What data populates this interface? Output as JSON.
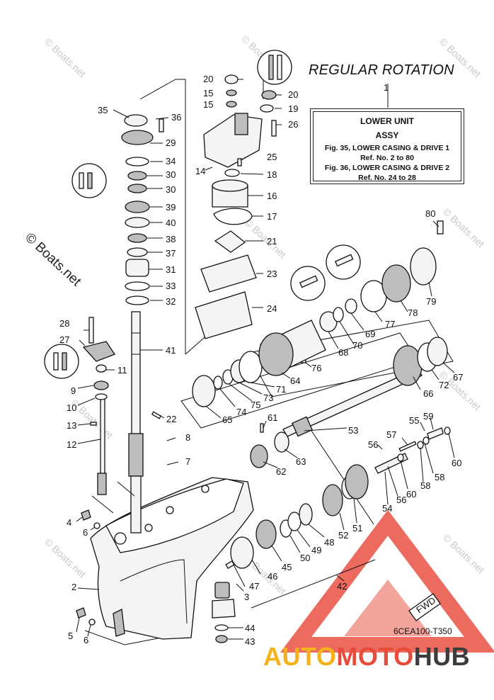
{
  "header": {
    "rotation_title": "REGULAR ROTATION",
    "assembly_ref_number": "1"
  },
  "assembly_box": {
    "title": "LOWER UNIT",
    "subtitle": "ASSY",
    "lines": [
      "Fig. 35, LOWER CASING & DRIVE 1",
      "Ref. No. 2 to 80",
      "Fig. 36, LOWER CASING & DRIVE 2",
      "Ref. No. 24 to 28"
    ]
  },
  "drawing_code": "6CEA100-T350",
  "watermark": {
    "site": "© Boats.net",
    "site_short": "Boats.net"
  },
  "brand": {
    "auto": "AUTO",
    "moto": "MOTO",
    "hub": "HUB"
  },
  "fwd_label": "FWD",
  "callouts": [
    "2",
    "3",
    "4",
    "5",
    "6",
    "6",
    "7",
    "8",
    "9",
    "10",
    "11",
    "12",
    "13",
    "14",
    "15",
    "15",
    "16",
    "17",
    "18",
    "19",
    "20",
    "20",
    "21",
    "22",
    "23",
    "24",
    "25",
    "26",
    "27",
    "28",
    "29",
    "30",
    "30",
    "31",
    "32",
    "33",
    "34",
    "35",
    "36",
    "37",
    "38",
    "39",
    "40",
    "41",
    "42",
    "43",
    "44",
    "45",
    "46",
    "47",
    "48",
    "49",
    "50",
    "51",
    "52",
    "53",
    "54",
    "55",
    "56",
    "56",
    "57",
    "58",
    "58",
    "59",
    "60",
    "60",
    "61",
    "62",
    "63",
    "64",
    "65",
    "66",
    "67",
    "68",
    "69",
    "70",
    "71",
    "72",
    "73",
    "74",
    "75",
    "76",
    "77",
    "78",
    "79",
    "80"
  ],
  "colors": {
    "brand_auto": "#f5b21b",
    "brand_moto": "#e84b3a",
    "brand_hub": "#3c3c3c",
    "logo_triangle": "#e84b3a"
  }
}
